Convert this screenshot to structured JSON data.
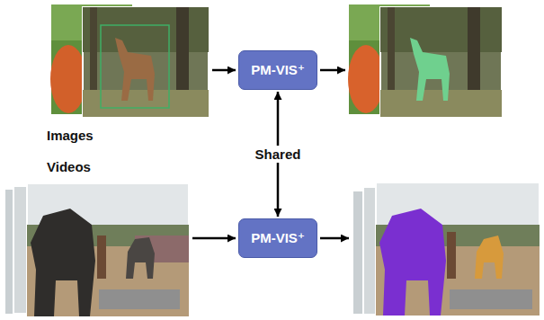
{
  "diagram": {
    "nodes": [
      {
        "text": [
          "PM-VIS⁺"
        ]
      },
      {
        "text": [
          "PM-VIS⁺"
        ]
      }
    ],
    "edges": [
      {
        "from": 0,
        "to": 1,
        "arrow": "both",
        "label": "Shared"
      }
    ],
    "labels": [
      "Images",
      "Videos"
    ]
  }
}
